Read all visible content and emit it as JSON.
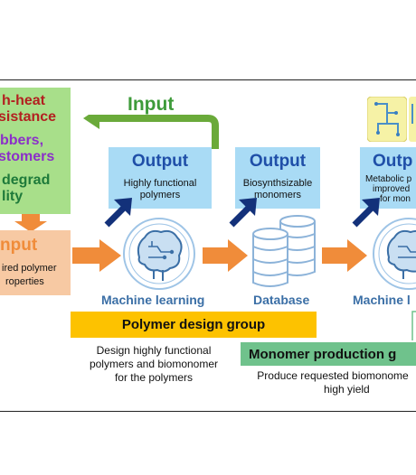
{
  "left_properties": {
    "line1": "h-heat",
    "line2": "sistance",
    "line3": "bbers,",
    "line4": "stomers",
    "line5": "degrad",
    "line6": "lity"
  },
  "left_input": {
    "title": "nput",
    "line1": "ired polymer",
    "line2": "roperties"
  },
  "top_input_label": "Input",
  "outputs": [
    {
      "title": "Output",
      "line1": "Highly functional",
      "line2": "polymers"
    },
    {
      "title": "Output",
      "line1": "Biosynthsizable",
      "line2": "monomers"
    },
    {
      "title": "Outp",
      "line1": "Metabolic p",
      "line2": "improved",
      "line3": "for mon"
    }
  ],
  "stage_labels": {
    "machine_learning_1": "Machine learning",
    "database": "Database",
    "machine_learning_2": "Machine l"
  },
  "polymer_group": {
    "title": "Polymer design group",
    "desc_line1": "Design highly functional",
    "desc_line2": "polymers and biomonomer",
    "desc_line3": "for the polymers"
  },
  "monomer_group": {
    "title": "Monomer production g",
    "desc_line1": "Produce requested biomonome",
    "desc_line2": "high yield"
  },
  "colors": {
    "output_box": "#a9dbf5",
    "output_title": "#1f4fa8",
    "flow_arrow": "#f08c3a",
    "input_arrow": "#6aaa3a",
    "polymer_group": "#fdc200",
    "monomer_group": "#6fc28c",
    "properties_box": "#a8df8a"
  }
}
